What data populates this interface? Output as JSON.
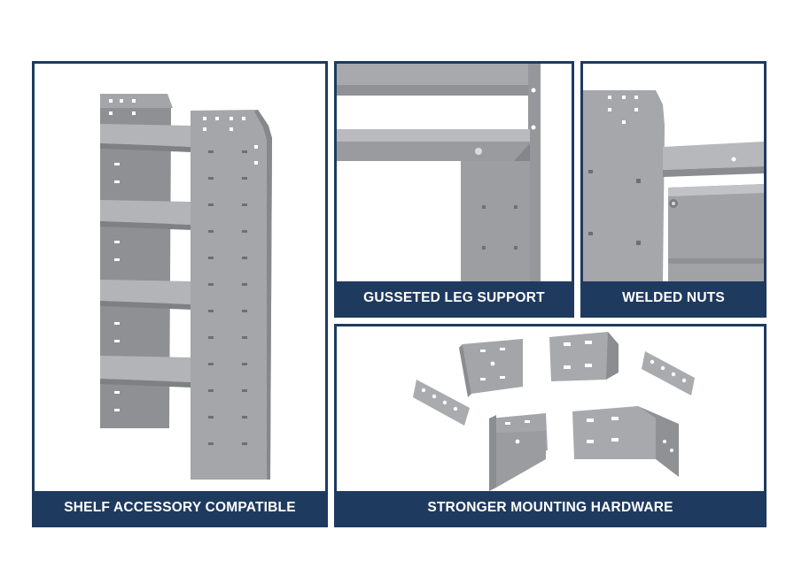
{
  "panels": {
    "shelf": {
      "caption": "SHELF ACCESSORY COMPATIBLE"
    },
    "leg": {
      "caption": "GUSSETED LEG SUPPORT"
    },
    "nuts": {
      "caption": "WELDED NUTS"
    },
    "hardware": {
      "caption": "STRONGER MOUNTING HARDWARE"
    }
  },
  "colors": {
    "border": "#1f3a5f",
    "caption_bg": "#1f3a5f",
    "caption_text": "#ffffff",
    "metal": "#9a9c9f"
  }
}
